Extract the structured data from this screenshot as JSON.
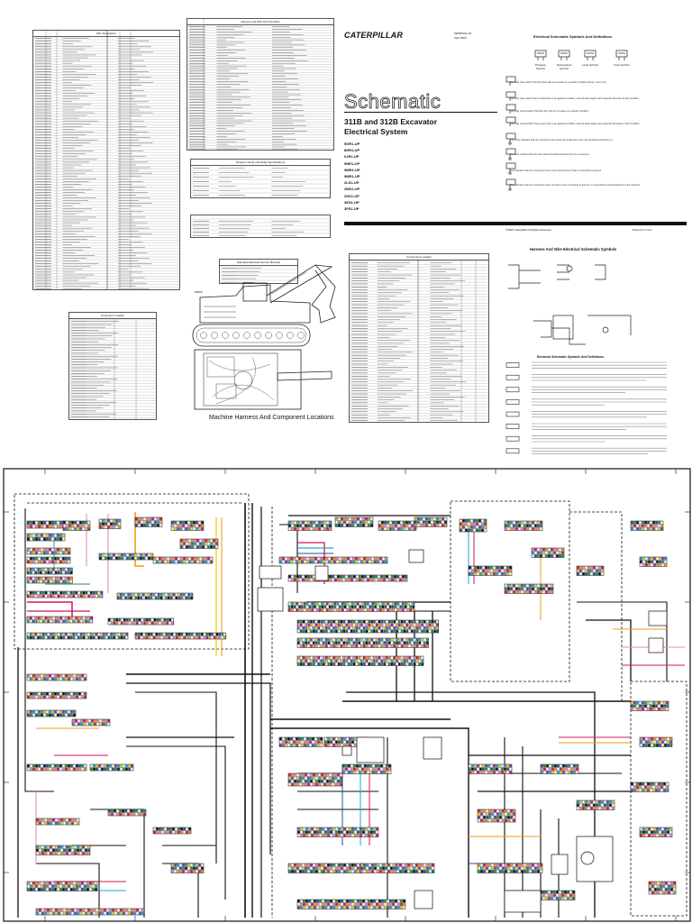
{
  "brand": "CATERPILLAR",
  "doc_number": "SENR5211-03",
  "doc_date": "April 2000",
  "title": "Schematic",
  "subtitle_line1": "311B and 312B Excavator",
  "subtitle_line2": "Electrical System",
  "serial_numbers": [
    "9GR1-UP",
    "8HR1-UP",
    "6JR1-UP",
    "9NR1-UP",
    "9MR1-UP",
    "9MR1-UP",
    "2LS1-UP",
    "2MS1-UP",
    "2NS1-UP",
    "3ES1-UP",
    "3FS1-UP"
  ],
  "symbols_title": "Electrical Schematic Symbols And Definitions",
  "symbol_labels": [
    "Pressure Symbol",
    "Temperature Symbol",
    "Level Symbol",
    "Flow Symbol"
  ],
  "harness_symbols_title": "Harness And Wire Electrical Schematic Symbols",
  "definitions_title": "Electrical Schematic Symbols And Definitions",
  "machine_caption": "Machine Harness And Component Locations",
  "copyright": "©2000 Caterpillar All Rights Reserved",
  "printed": "Printed in U.S.A.",
  "tables": {
    "wire_desc": "Wire Description",
    "connector_loc": "Connector Location",
    "component_loc": "Component Location",
    "harness_part": "Harness and Wire Part Numbers",
    "resistor": "Resistor, Diode and Relay Specifications",
    "standard_wire": "Standard Electrical Service Manuals"
  },
  "colors": {
    "accent": "#d4145a",
    "blue": "#1d4fa3",
    "cyan": "#1aa6d9",
    "orange": "#f39a1e",
    "green": "#2a8f3b",
    "yellow": "#f1d11a",
    "pink": "#e58bb8",
    "dark": "#111111"
  }
}
